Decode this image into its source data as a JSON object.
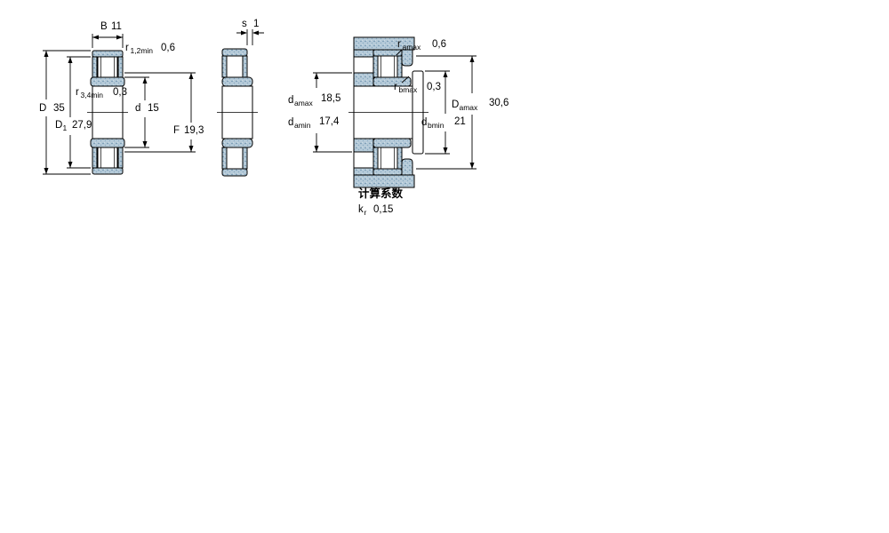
{
  "drawing": {
    "view1": {
      "dims": {
        "B": {
          "sym": "B",
          "val": "11"
        },
        "r12": {
          "sym": "r",
          "sub": "1,2min",
          "val": "0,6"
        },
        "D": {
          "sym": "D",
          "val": "35"
        },
        "D1": {
          "sym": "D",
          "sub": "1",
          "val": "27,9"
        },
        "r34": {
          "sym": "r",
          "sub": "3,4min",
          "val": "0,3"
        },
        "d": {
          "sym": "d",
          "val": "15"
        },
        "F": {
          "sym": "F",
          "val": "19,3"
        }
      }
    },
    "view2": {
      "dims": {
        "s": {
          "sym": "s",
          "val": "1"
        }
      }
    },
    "view3": {
      "dims": {
        "ramax": {
          "sym": "r",
          "sub": "amax",
          "val": "0,6"
        },
        "damax": {
          "sym": "d",
          "sub": "amax",
          "val": "18,5"
        },
        "damin": {
          "sym": "d",
          "sub": "amin",
          "val": "17,4"
        },
        "rbmax": {
          "sym": "r",
          "sub": "bmax",
          "val": "0,3"
        },
        "Damax": {
          "sym": "D",
          "sub": "amax",
          "val": "30,6"
        },
        "dbmin": {
          "sym": "d",
          "sub": "bmin",
          "val": "21"
        }
      }
    },
    "calculation": {
      "title": "计算系数",
      "factor": {
        "sym": "k",
        "sub": "r",
        "val": "0,15"
      }
    },
    "colors": {
      "line": "#000000",
      "section_fill": "#b6cbd9",
      "stipple_dot": "#5f87a5"
    }
  }
}
